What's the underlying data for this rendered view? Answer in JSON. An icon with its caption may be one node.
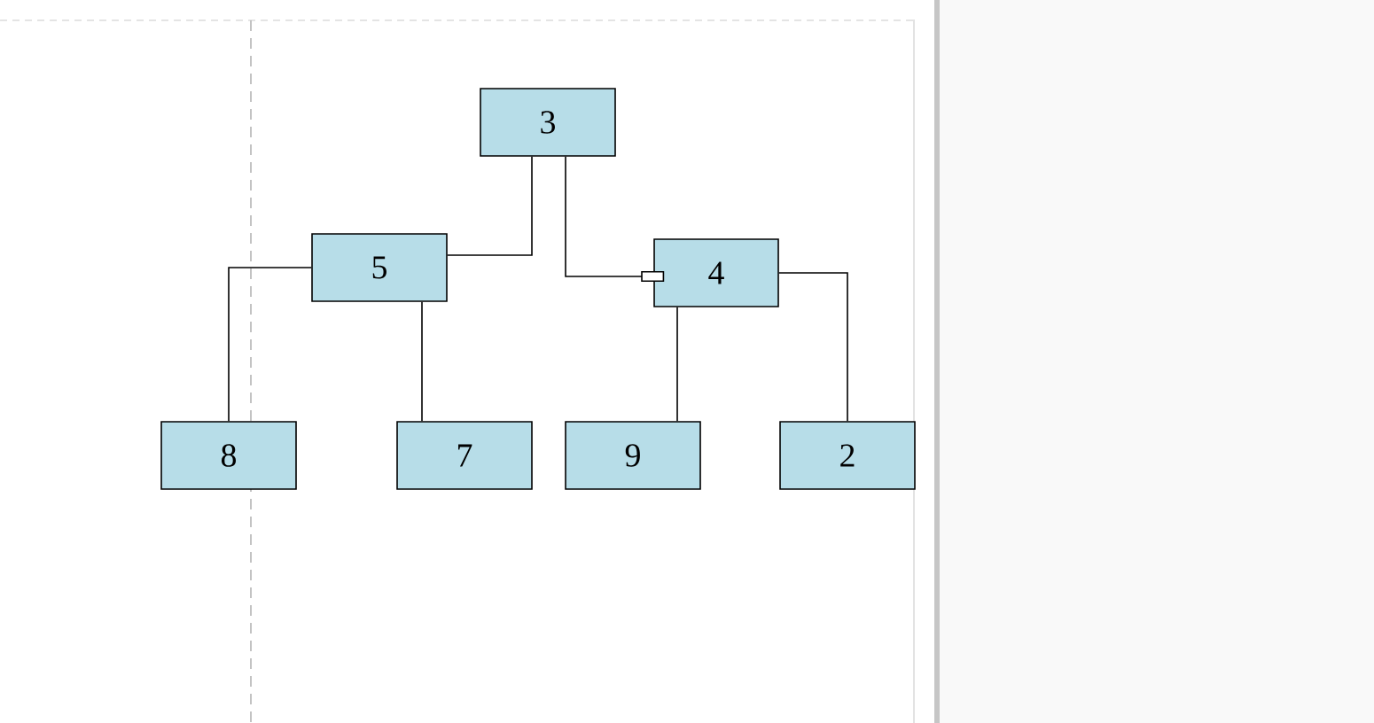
{
  "diagram": {
    "nodes": [
      {
        "text": [
          "3"
        ]
      },
      {
        "text": [
          "5"
        ]
      },
      {
        "text": [
          "4"
        ]
      },
      {
        "text": [
          "8"
        ]
      },
      {
        "text": [
          "7"
        ]
      },
      {
        "text": [
          "9"
        ]
      },
      {
        "text": [
          "2"
        ]
      }
    ],
    "edges": [
      {
        "from": 0,
        "to": 1,
        "arrow": "none"
      },
      {
        "from": 0,
        "to": 2,
        "arrow": "other"
      },
      {
        "from": 1,
        "to": 3,
        "arrow": "none"
      },
      {
        "from": 1,
        "to": 4,
        "arrow": "none"
      },
      {
        "from": 2,
        "to": 5,
        "arrow": "none"
      },
      {
        "from": 2,
        "to": 6,
        "arrow": "none"
      }
    ]
  }
}
